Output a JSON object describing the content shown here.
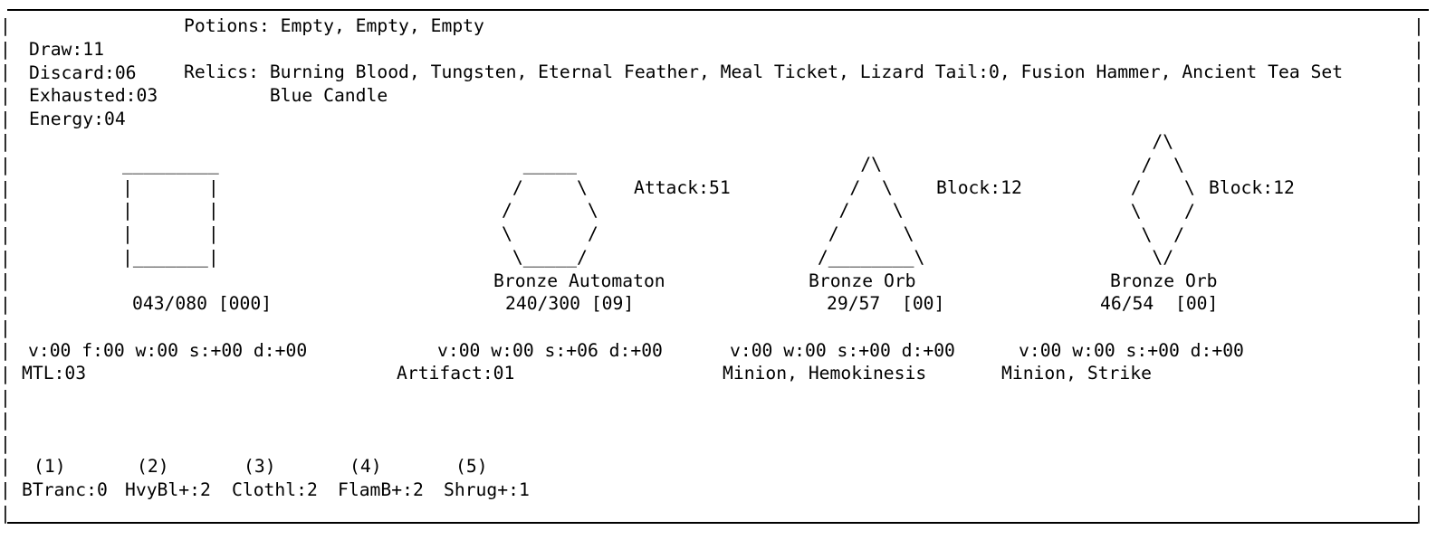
{
  "frame": {
    "pipes": [
      "|",
      "|",
      "|",
      "|",
      "|",
      "|",
      "|",
      "|",
      "|",
      "|",
      "|",
      "|",
      "|",
      "|",
      "|",
      "|",
      "|",
      "|",
      "|",
      "|",
      "|",
      "|"
    ]
  },
  "header": {
    "potions_line": "Potions: Empty, Empty, Empty",
    "draw": "Draw:11",
    "discard": "Discard:06",
    "exhausted": "Exhausted:03",
    "energy": "Energy:04",
    "relics_lines": [
      "Relics: Burning Blood, Tungsten, Eternal Feather, Meal Ticket, Lizard Tail:0, Fusion Hammer, Ancient Tea Set",
      "        Blue Candle"
    ]
  },
  "player": {
    "art": [
      "_________",
      "|       |",
      "|       |",
      "|       |",
      "|_______|"
    ],
    "hp": "043/080 [000]",
    "status": "v:00 f:00 w:00 s:+00 d:+00",
    "extra": "MTL:03"
  },
  "enemies": [
    {
      "name": "Bronze Automaton",
      "intent": "Attack:51",
      "hp": "240/300 [09]",
      "status": "v:00 w:00 s:+06 d:+00",
      "extra": "Artifact:01",
      "art": [
        "  _____",
        " /     \\",
        "/       \\",
        "\\       /",
        " \\_____/"
      ]
    },
    {
      "name": "Bronze Orb",
      "intent": "Block:12",
      "hp": "29/57  [00]",
      "status": "v:00 w:00 s:+00 d:+00",
      "extra": "Minion, Hemokinesis",
      "art": [
        "     /\\",
        "    /  \\",
        "   /    \\",
        "  /      \\",
        " /________\\"
      ]
    },
    {
      "name": "Bronze Orb",
      "intent": "Block:12",
      "hp": "46/54  [00]",
      "status": "v:00 w:00 s:+00 d:+00",
      "extra": "Minion, Strike",
      "art": [
        "    /\\",
        "   /  \\",
        "  /    \\",
        "  \\    /",
        "   \\  /",
        "    \\/"
      ]
    }
  ],
  "hand": {
    "cards": [
      {
        "slot": "(1)",
        "label": "BTranc:0"
      },
      {
        "slot": "(2)",
        "label": "HvyBl+:2"
      },
      {
        "slot": "(3)",
        "label": "Clothl:2"
      },
      {
        "slot": "(4)",
        "label": "FlamB+:2"
      },
      {
        "slot": "(5)",
        "label": "Shrug+:1"
      }
    ]
  }
}
